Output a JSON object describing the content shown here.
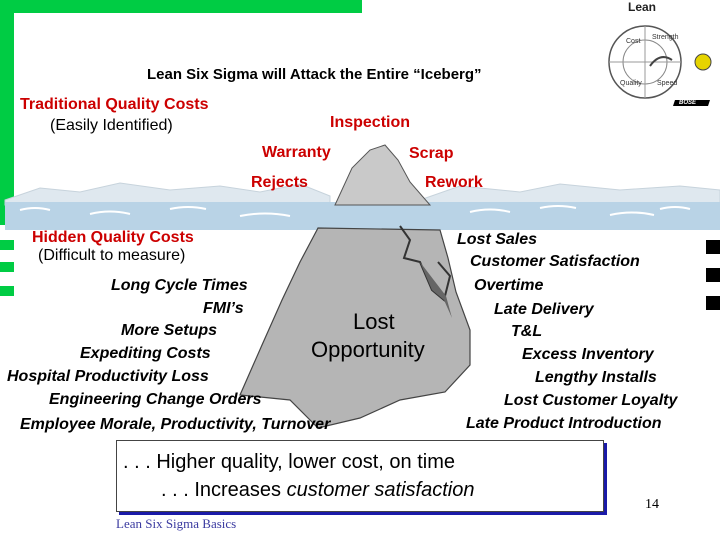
{
  "title": "Lean Six Sigma will Attack the Entire “Iceberg”",
  "logo": {
    "word": "Lean",
    "ring": [
      "Cost",
      "Strength",
      "Speed",
      "Quality"
    ],
    "brand": "BOSE",
    "icon": "lean-six-sigma-logo-icon"
  },
  "traditional": {
    "heading": "Traditional Quality Costs",
    "sub": "(Easily Identified)"
  },
  "visible_costs": [
    "Inspection",
    "Warranty",
    "Scrap",
    "Rejects",
    "Rework"
  ],
  "hidden": {
    "heading": "Hidden Quality Costs",
    "sub": "(Difficult to measure)"
  },
  "hidden_left": [
    "Long Cycle Times",
    "FMI’s",
    "More Setups",
    "Expediting Costs",
    "Hospital Productivity Loss",
    "Engineering Change Orders",
    "Employee Morale, Productivity, Turnover"
  ],
  "center": [
    "Lost",
    "Opportunity"
  ],
  "hidden_right": [
    "Lost Sales",
    "Customer Satisfaction",
    "Overtime",
    "Late Delivery",
    "T&L",
    "Excess Inventory",
    "Lengthy Installs",
    "Lost Customer Loyalty",
    "Late Product Introduction"
  ],
  "box": {
    "line1": ". . . Higher quality, lower cost, on time",
    "line2a": ". . . Increases ",
    "line2b": "customer satisfaction"
  },
  "footer": "Lean Six Sigma Basics",
  "page_number": "14",
  "colors": {
    "accent_green": "#00cc44",
    "red": "#cc0000",
    "water": "#b9d3e6",
    "ice": "#b8b8b8"
  }
}
